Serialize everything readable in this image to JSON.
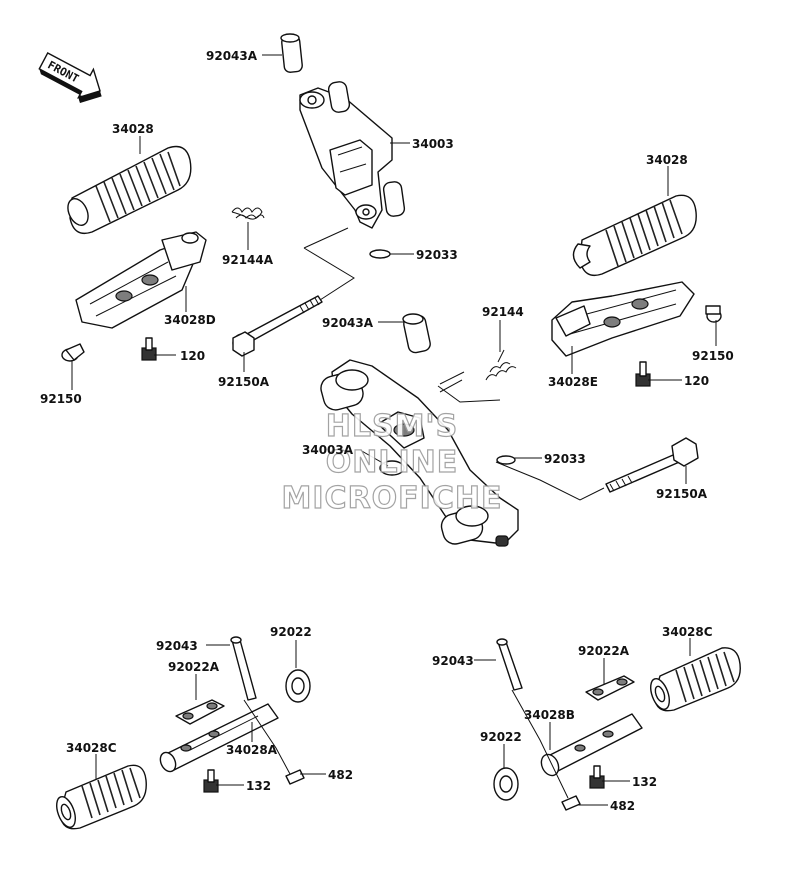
{
  "labels": {
    "l_92043A_top": "92043A",
    "l_34003": "34003",
    "l_34028_left": "34028",
    "l_92144A": "92144A",
    "l_92033_top": "92033",
    "l_34028D": "34028D",
    "l_120_left": "120",
    "l_92150_left": "92150",
    "l_92150A_left": "92150A",
    "l_34028_right": "34028",
    "l_92144": "92144",
    "l_92043A_mid": "92043A",
    "l_92150_right": "92150",
    "l_34028E": "34028E",
    "l_120_right": "120",
    "l_34003A": "34003A",
    "l_92033_mid": "92033",
    "l_92150A_right": "92150A",
    "l_92043_bl": "92043",
    "l_92022_bl": "92022",
    "l_92022A_bl": "92022A",
    "l_34028C_bl": "34028C",
    "l_34028A": "34028A",
    "l_482_bl": "482",
    "l_132_bl": "132",
    "l_92043_br": "92043",
    "l_92022A_br": "92022A",
    "l_34028C_br": "34028C",
    "l_34028B": "34028B",
    "l_92022_br": "92022",
    "l_132_br": "132",
    "l_482_br": "482"
  },
  "front_arrow": {
    "text": "FRONT",
    "icon": "front-arrow-icon"
  },
  "watermark": {
    "line1": "HLSM'S",
    "line2": "ONLINE",
    "line3": "MICROFICHE"
  }
}
